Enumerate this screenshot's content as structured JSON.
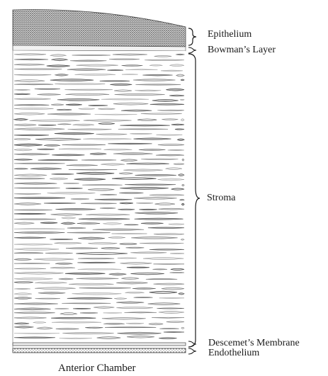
{
  "labels": {
    "epithelium": "Epithelium",
    "bowman": "Bowman’s Layer",
    "stroma": "Stroma",
    "descemet": "Descemet’s Membrane",
    "endothelium": "Endothelium",
    "anterior_chamber": "Anterior Chamber"
  },
  "colors": {
    "ink": "#2a2a2a",
    "ink_light": "#8a8a8a",
    "background": "#ffffff"
  }
}
